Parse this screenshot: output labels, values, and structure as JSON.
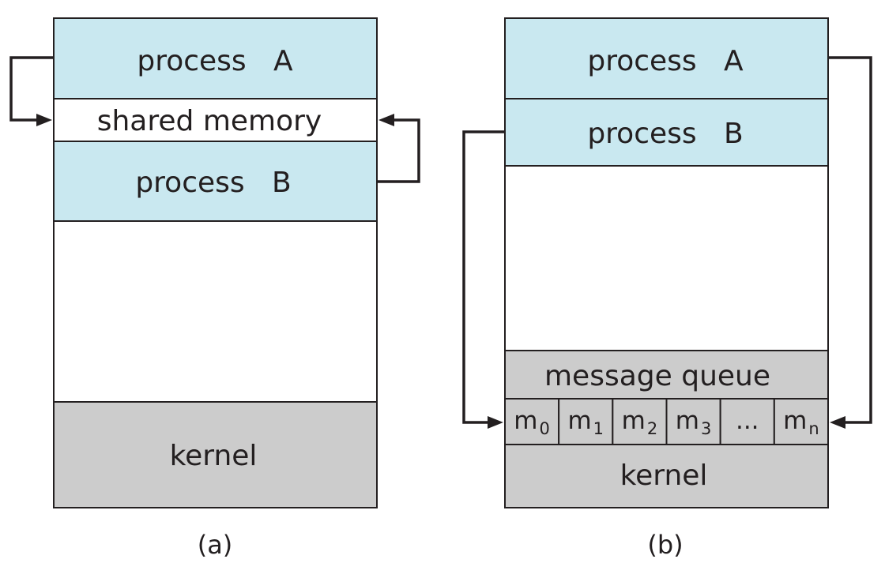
{
  "colors": {
    "process_fill": "#c9e8f0",
    "kernel_fill": "#cccccc",
    "memory_fill": "#ffffff",
    "stroke": "#231f20"
  },
  "panel_a": {
    "process_a": "process   A",
    "shared_memory": "shared memory",
    "process_b": "process   B",
    "kernel": "kernel",
    "caption": "(a)"
  },
  "panel_b": {
    "process_a": "process   A",
    "process_b": "process   B",
    "message_queue": "message queue",
    "queue_cells": [
      {
        "base": "m",
        "sub": "0"
      },
      {
        "base": "m",
        "sub": "1"
      },
      {
        "base": "m",
        "sub": "2"
      },
      {
        "base": "m",
        "sub": "3"
      },
      {
        "base": "...",
        "sub": ""
      },
      {
        "base": "m",
        "sub": "n"
      }
    ],
    "kernel": "kernel",
    "caption": "(b)"
  }
}
